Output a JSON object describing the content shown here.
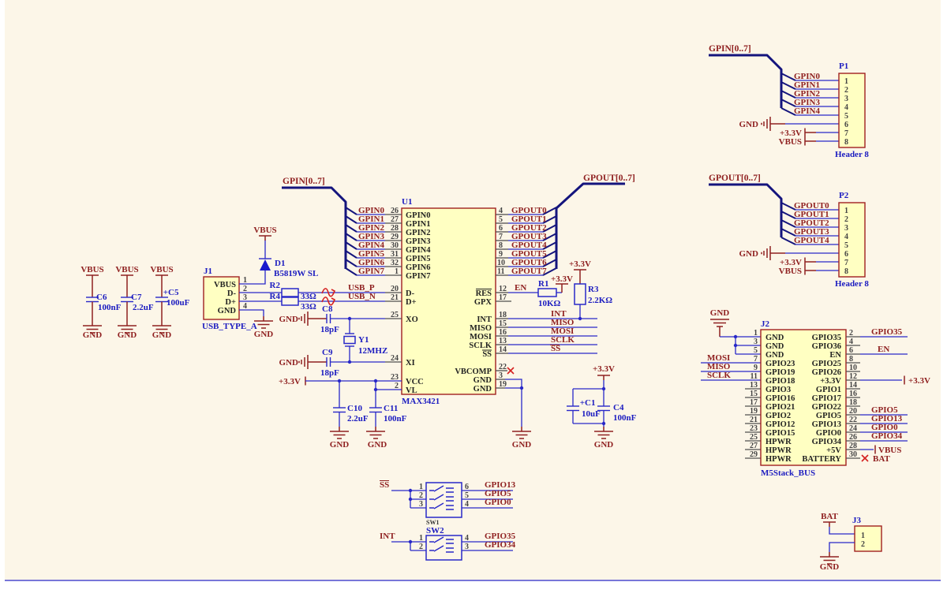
{
  "power": {
    "v33": "+3.3V",
    "vbus": "VBUS",
    "gnd": "GND",
    "bat": "BAT",
    "en": "EN"
  },
  "buses": {
    "gpin": "GPIN[0..7]",
    "gpout": "GPOUT[0..7]"
  },
  "nets": {
    "gpin": [
      "GPIN0",
      "GPIN1",
      "GPIN2",
      "GPIN3",
      "GPIN4",
      "GPIN5",
      "GPIN6",
      "GPIN7"
    ],
    "gpout": [
      "GPOUT0",
      "GPOUT1",
      "GPOUT2",
      "GPOUT3",
      "GPOUT4",
      "GPOUT5",
      "GPOUT6",
      "GPOUT7"
    ],
    "usb_p": "USB_P",
    "usb_n": "USB_N",
    "int": "INT",
    "miso": "MISO",
    "mosi": "MOSI",
    "sclk": "SCLK",
    "ss": "SS"
  },
  "u1": {
    "ref": "U1",
    "part": "MAX3421",
    "left_names": [
      "GPIN0",
      "GPIN1",
      "GPIN2",
      "GPIN3",
      "GPIN4",
      "GPIN5",
      "GPIN6",
      "GPIN7",
      "D-",
      "D+",
      "XO",
      "XI",
      "VCC",
      "VL"
    ],
    "left_nums": [
      "26",
      "27",
      "28",
      "29",
      "30",
      "31",
      "32",
      "1",
      "20",
      "21",
      "25",
      "24",
      "23",
      "2"
    ],
    "right_names": [
      "GPOUT0",
      "GPOUT1",
      "GPOUT2",
      "GPOUT3",
      "GPOUT4",
      "GPOUT5",
      "GPOUT6",
      "GPOUT7",
      "RES",
      "GPX",
      "INT",
      "MISO",
      "MOSI",
      "SCLK",
      "SS",
      "VBCOMP",
      "GND",
      "GND"
    ],
    "right_nums": [
      "4",
      "5",
      "6",
      "7",
      "8",
      "9",
      "10",
      "11",
      "12",
      "17",
      "18",
      "15",
      "16",
      "13",
      "14",
      "22",
      "3",
      "19"
    ]
  },
  "p1": {
    "ref": "P1",
    "type": "Header 8",
    "nums": [
      "1",
      "2",
      "3",
      "4",
      "5",
      "6",
      "7",
      "8"
    ]
  },
  "p2": {
    "ref": "P2",
    "type": "Header 8",
    "nums": [
      "1",
      "2",
      "3",
      "4",
      "5",
      "6",
      "7",
      "8"
    ]
  },
  "j1": {
    "ref": "J1",
    "type": "USB_TYPE_A",
    "names": [
      "VBUS",
      "D-",
      "D+",
      "GND"
    ],
    "nums": [
      "1",
      "2",
      "3",
      "4"
    ]
  },
  "j2": {
    "ref": "J2",
    "type": "M5Stack_BUS",
    "left_nums": [
      "1",
      "3",
      "5",
      "7",
      "9",
      "11",
      "13",
      "15",
      "17",
      "19",
      "21",
      "23",
      "25",
      "27",
      "29"
    ],
    "left_names": [
      "GND",
      "GND",
      "GND",
      "GPIO23",
      "GPIO19",
      "GPIO18",
      "GPIO3",
      "GPIO16",
      "GPIO21",
      "GPIO2",
      "GPIO12",
      "GPIO15",
      "HPWR",
      "HPWR",
      "HPWR"
    ],
    "right_nums": [
      "2",
      "4",
      "6",
      "8",
      "10",
      "12",
      "14",
      "16",
      "18",
      "20",
      "22",
      "24",
      "26",
      "28",
      "30"
    ],
    "right_names": [
      "GPIO35",
      "GPIO36",
      "EN",
      "GPIO25",
      "GPIO26",
      "+3.3V",
      "GPIO1",
      "GPIO17",
      "GPIO22",
      "GPIO5",
      "GPIO13",
      "GPIO0",
      "GPIO34",
      "+5V",
      "BATTERY"
    ],
    "right_nets": [
      "GPIO35",
      "GPIO5",
      "GPIO13",
      "GPIO0",
      "GPIO34"
    ]
  },
  "j3": {
    "ref": "J3",
    "nums": [
      "1",
      "2"
    ]
  },
  "d1": {
    "ref": "D1",
    "part": "B5819W SL"
  },
  "r1": {
    "ref": "R1",
    "value": "10KΩ"
  },
  "r2": {
    "ref": "R2",
    "value": "33Ω"
  },
  "r3": {
    "ref": "R3",
    "value": "2.2KΩ"
  },
  "r4": {
    "ref": "R4",
    "value": "33Ω"
  },
  "c1": {
    "ref": "C1",
    "value": "10uF",
    "pol": "+"
  },
  "c4": {
    "ref": "C4",
    "value": "100nF"
  },
  "c5": {
    "ref": "C5",
    "value": "100uF",
    "pol": "+"
  },
  "c6": {
    "ref": "C6",
    "value": "100nF"
  },
  "c7": {
    "ref": "C7",
    "value": "2.2uF"
  },
  "c8": {
    "ref": "C8",
    "value": "18pF"
  },
  "c9": {
    "ref": "C9",
    "value": "18pF"
  },
  "c10": {
    "ref": "C10",
    "value": "2.2uF"
  },
  "c11": {
    "ref": "C11",
    "value": "100nF"
  },
  "y1": {
    "ref": "Y1",
    "value": "12MHZ"
  },
  "sw1": {
    "ref": "SW1",
    "left_nums": [
      "1",
      "2",
      "3"
    ],
    "right_nums": [
      "6",
      "5",
      "4"
    ],
    "nets": [
      "GPIO13",
      "GPIO5",
      "GPIO0"
    ]
  },
  "sw2": {
    "ref": "SW2",
    "left_nums": [
      "1",
      "2"
    ],
    "right_nums": [
      "4",
      "3"
    ],
    "nets": [
      "GPIO35",
      "GPIO34"
    ]
  }
}
